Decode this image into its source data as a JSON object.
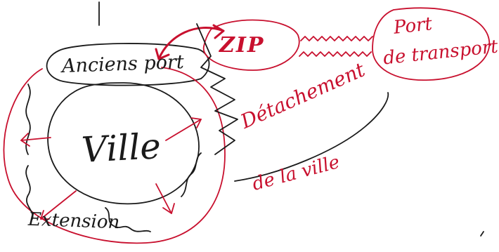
{
  "labels": {
    "anciens_port": "Anciens port",
    "zip": "ZIP",
    "port_line1": "Port",
    "port_line2": "de transport",
    "ville": "Ville",
    "detachement_line1": "Détachement",
    "detachement_line2": "de la ville",
    "extension": "Extension"
  },
  "colors": {
    "ink_black": "#1a1a1a",
    "ink_red": "#c8102e",
    "paper": "#ffffff"
  }
}
